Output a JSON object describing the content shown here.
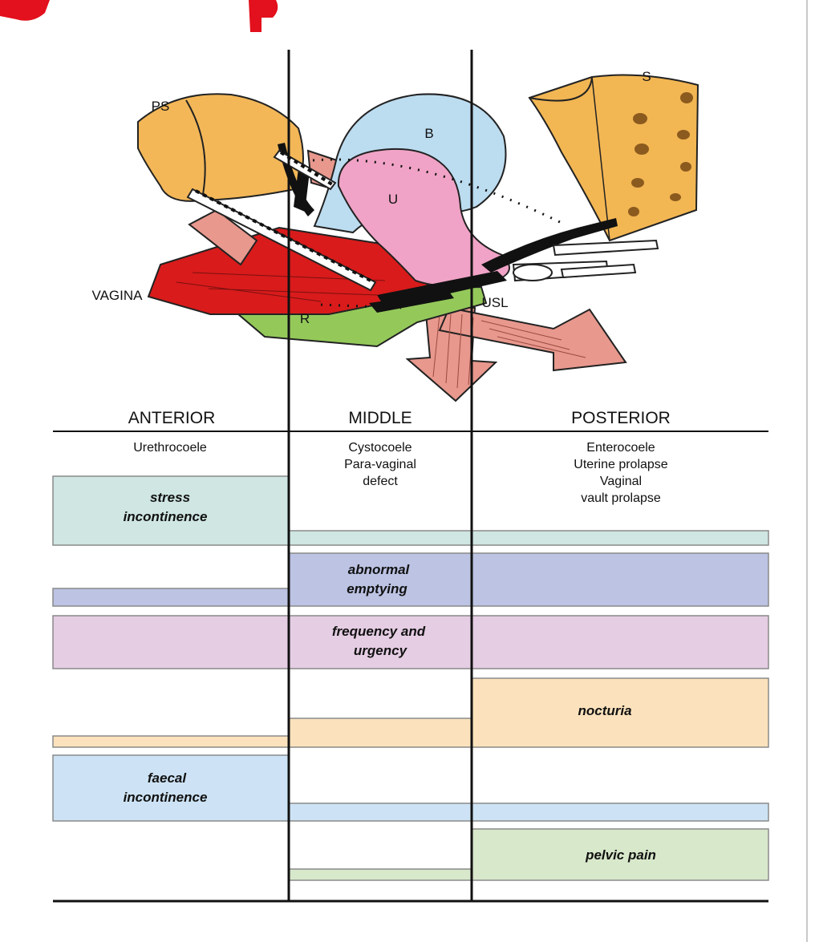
{
  "colors": {
    "pubic_bone": "#f3b758",
    "bladder": "#bcdcf0",
    "uterus": "#f0a3c6",
    "vagina": "#d91b1b",
    "muscle": "#e8988d",
    "rectum": "#94c95a",
    "sacrum": "#f2b653",
    "stress": "#cfe6e2",
    "emptying": "#bcc3e3",
    "frequency": "#e5cde3",
    "nocturia": "#fbe2bc",
    "faecal": "#cde3f5",
    "pain": "#d8e8cb",
    "top_title": "#e3101d"
  },
  "anatomy": {
    "ps": "PS",
    "s": "S",
    "b": "B",
    "u": "U",
    "vagina": "VAGINA",
    "r": "R",
    "usl": "USL"
  },
  "zones": [
    {
      "id": "anterior",
      "label": "ANTERIOR",
      "conditions": [
        "Urethrocoele"
      ]
    },
    {
      "id": "middle",
      "label": "MIDDLE",
      "conditions": [
        "Cystocoele",
        "Para-vaginal",
        "defect"
      ]
    },
    {
      "id": "posterior",
      "label": "POSTERIOR",
      "conditions": [
        "Enterocoele",
        "Uterine prolapse",
        "Vaginal",
        "vault prolapse"
      ]
    }
  ],
  "symptoms": [
    {
      "id": "stress",
      "lines": [
        "stress",
        "incontinence"
      ]
    },
    {
      "id": "emptying",
      "lines": [
        "abnormal",
        "emptying"
      ]
    },
    {
      "id": "frequency",
      "lines": [
        "frequency and",
        "urgency"
      ]
    },
    {
      "id": "nocturia",
      "lines": [
        "nocturia"
      ]
    },
    {
      "id": "faecal",
      "lines": [
        "faecal",
        "incontinence"
      ]
    },
    {
      "id": "pain",
      "lines": [
        "pelvic pain"
      ]
    }
  ]
}
